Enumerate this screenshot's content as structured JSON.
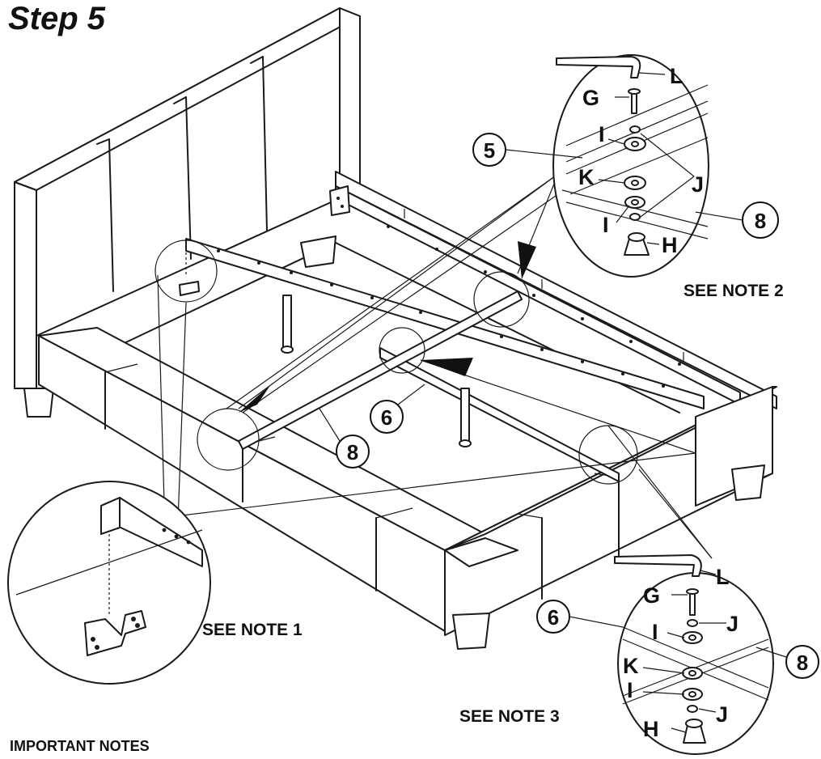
{
  "title": "Step 5",
  "footer": "IMPORTANT NOTES",
  "notes": {
    "note1": "SEE NOTE 1",
    "note2": "SEE NOTE 2",
    "note3": "SEE NOTE 3"
  },
  "part_numbers": {
    "rail_5": "5",
    "rail_6_main": "6",
    "rail_8_main": "8",
    "rail_8_top": "8",
    "rail_6_bottom": "6",
    "rail_8_bottom": "8"
  },
  "top_detail_labels": {
    "L": "L",
    "G": "G",
    "I1": "I",
    "K": "K",
    "J": "J",
    "I2": "I",
    "H": "H"
  },
  "bottom_detail_labels": {
    "L": "L",
    "G": "G",
    "I1": "I",
    "J1": "J",
    "K": "K",
    "I2": "I",
    "J2": "J",
    "H": "H"
  },
  "colors": {
    "ink": "#1a1a1a",
    "paper": "#ffffff"
  }
}
